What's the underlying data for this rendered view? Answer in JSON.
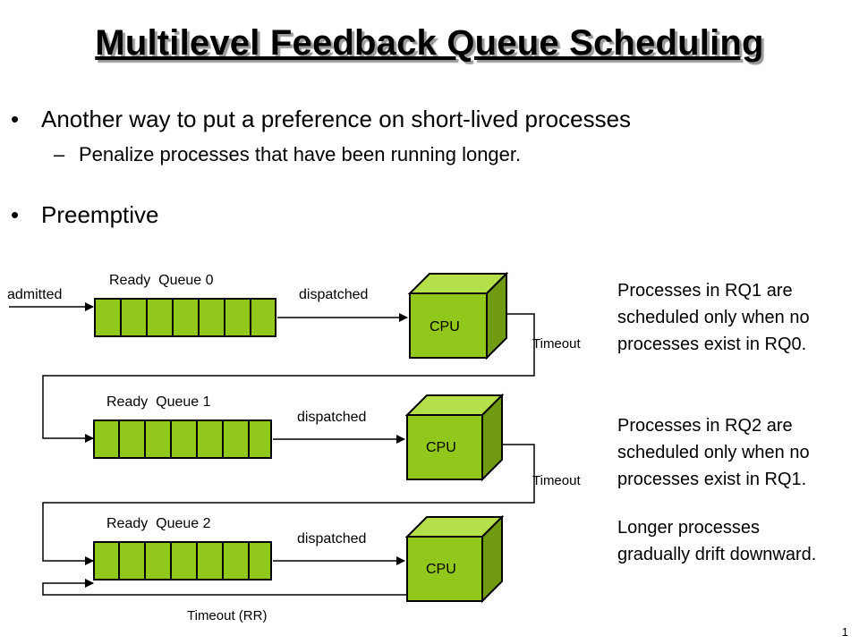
{
  "slide": {
    "title": "Multilevel Feedback Queue Scheduling",
    "bullets": [
      {
        "text": "Another way to put a preference on short-lived processes",
        "sub": "Penalize processes that have been running longer."
      },
      {
        "text": "Preemptive"
      }
    ],
    "page_number": "1"
  },
  "diagram": {
    "admitted_label": "admitted",
    "queues": [
      {
        "label": "Ready  Queue 0",
        "dispatched_label": "dispatched",
        "cpu_label": "CPU",
        "timeout_label": "Timeout"
      },
      {
        "label": "Ready  Queue 1",
        "dispatched_label": "dispatched",
        "cpu_label": "CPU",
        "timeout_label": "Timeout"
      },
      {
        "label": "Ready  Queue 2",
        "dispatched_label": "dispatched",
        "cpu_label": "CPU",
        "timeout_label": "Timeout (RR)"
      }
    ],
    "notes": [
      [
        "Processes in RQ1 are",
        "scheduled only when no",
        "processes exist in RQ0."
      ],
      [
        "Processes in RQ2 are",
        "scheduled only when no",
        "processes exist in RQ1."
      ],
      [
        "Longer processes",
        "gradually drift downward."
      ]
    ],
    "colors": {
      "queue_fill": "#92c81b",
      "cpu_front": "#92c81b",
      "cpu_top": "#b6e04a",
      "cpu_side": "#6f9a12"
    }
  }
}
